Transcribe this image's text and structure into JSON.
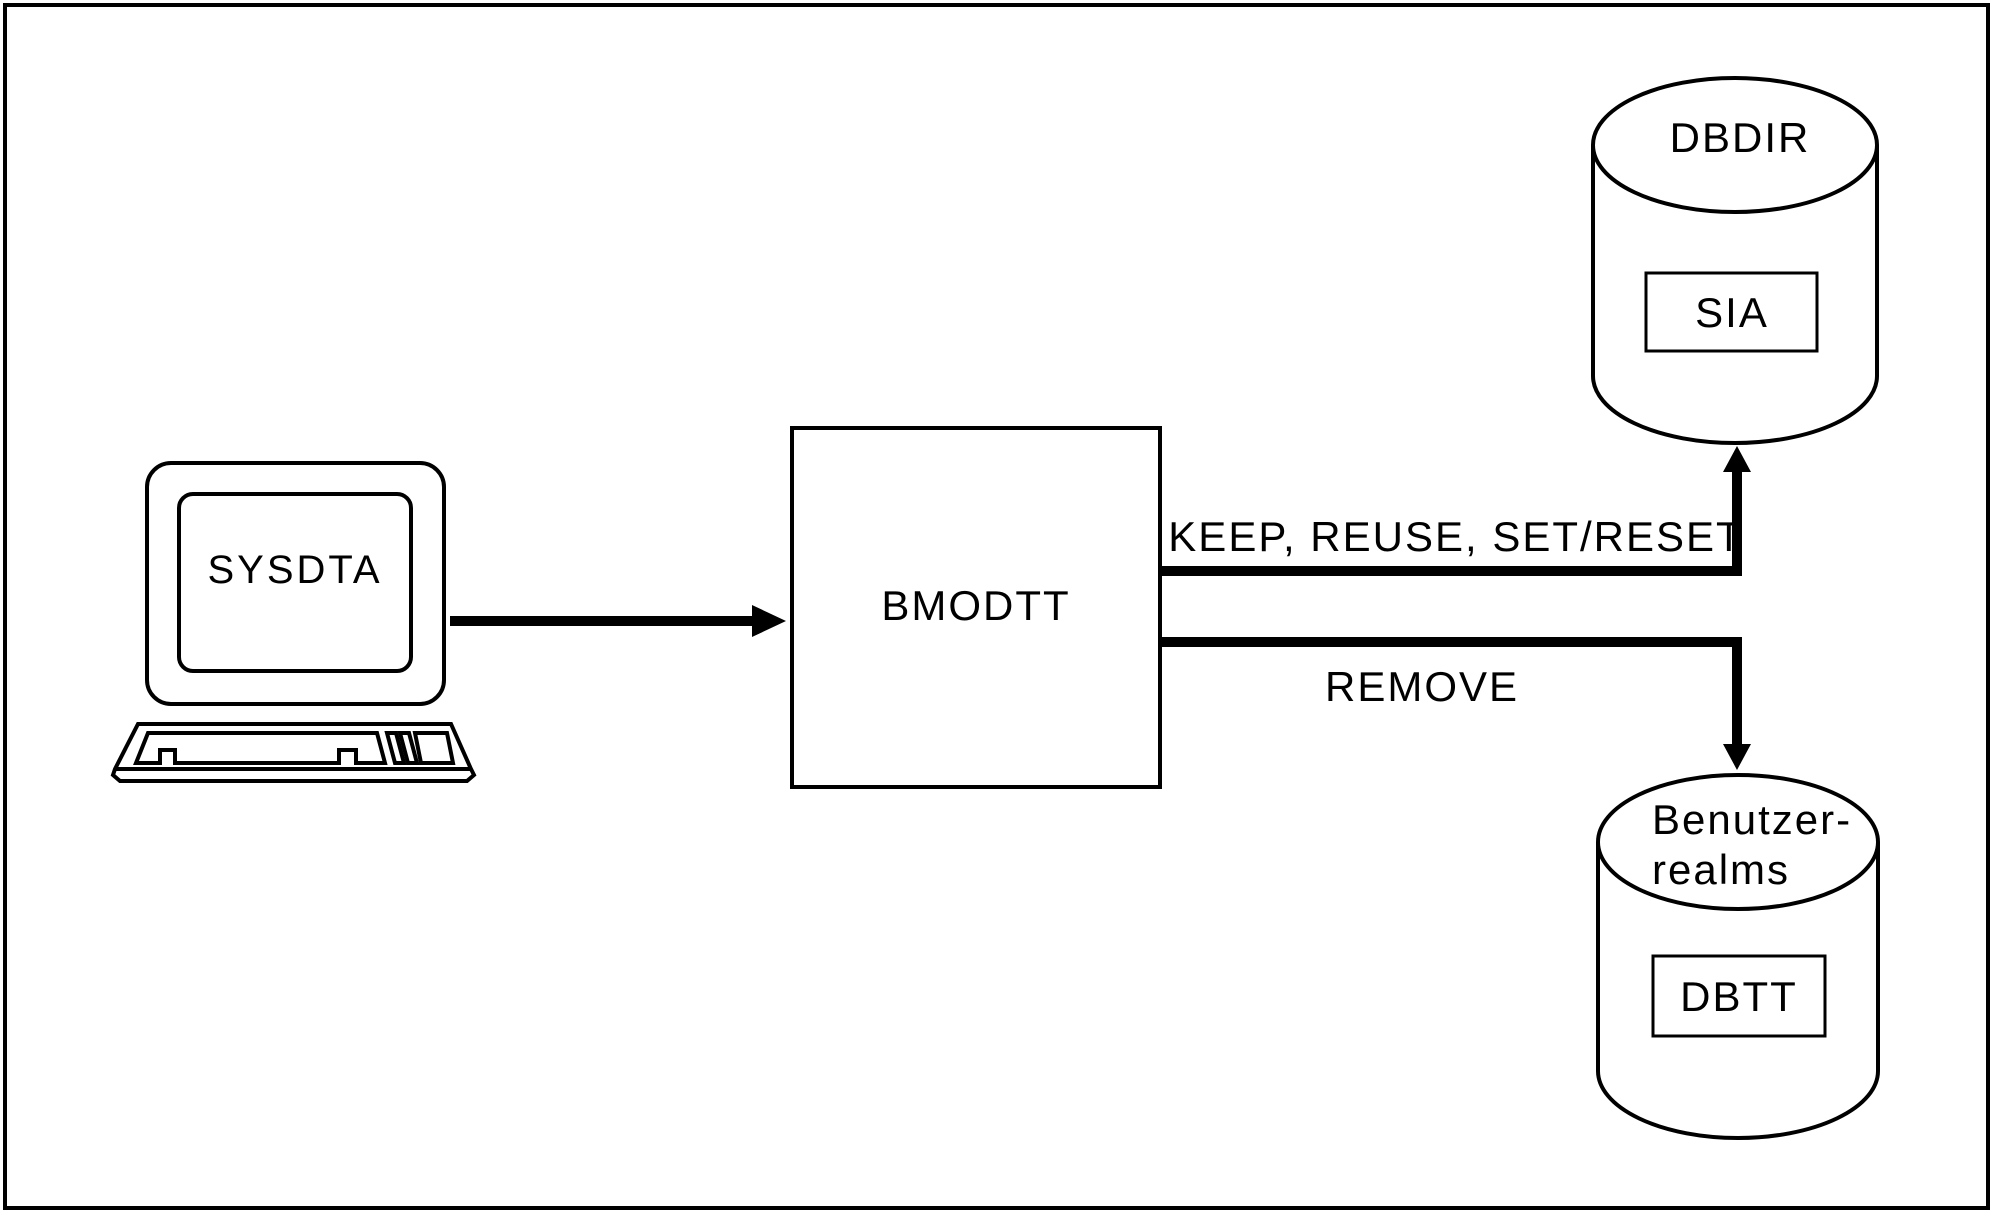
{
  "colors": {
    "ink": "#000000",
    "paper": "#ffffff"
  },
  "diagram": {
    "terminal": {
      "screen_label": "SYSDTA"
    },
    "process_box": {
      "label": "BMODTT"
    },
    "flows": {
      "keep_arrow_label": "KEEP, REUSE, SET/RESET",
      "remove_arrow_label": "REMOVE"
    },
    "database_top": {
      "title": "DBDIR",
      "content_label": "SIA"
    },
    "database_bottom": {
      "title_line1": "Benutzer-",
      "title_line2": "realms",
      "content_label": "DBTT"
    }
  }
}
